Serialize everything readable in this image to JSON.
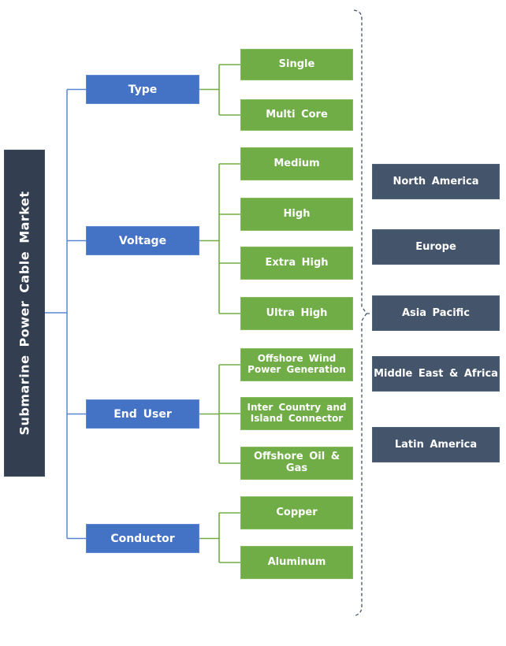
{
  "root": {
    "label": "Submarine Power Cable Market"
  },
  "categories": [
    {
      "label": "Type",
      "children": [
        "Single",
        "Multi Core"
      ]
    },
    {
      "label": "Voltage",
      "children": [
        "Medium",
        "High",
        "Extra High",
        "Ultra High"
      ]
    },
    {
      "label": "End User",
      "children": [
        "Offshore Wind Power Generation",
        "Inter Country and Island Connector",
        "Offshore Oil & Gas"
      ]
    },
    {
      "label": "Conductor",
      "children": [
        "Copper",
        "Aluminum"
      ]
    }
  ],
  "regions": [
    "North America",
    "Europe",
    "Asia Pacific",
    "Middle East & Africa",
    "Latin America"
  ],
  "colors": {
    "blue": "#4472C4",
    "blue-border": "#5f87d2",
    "green": "#70AD47",
    "green-border": "#83bc5c",
    "navy": "#44546A",
    "navy-border": "#51647d",
    "bar": "#333F50",
    "bar-border": "#414f63",
    "line-blue": "#5b85d3",
    "line-green": "#70AD47",
    "line-dash": "#44546A"
  }
}
